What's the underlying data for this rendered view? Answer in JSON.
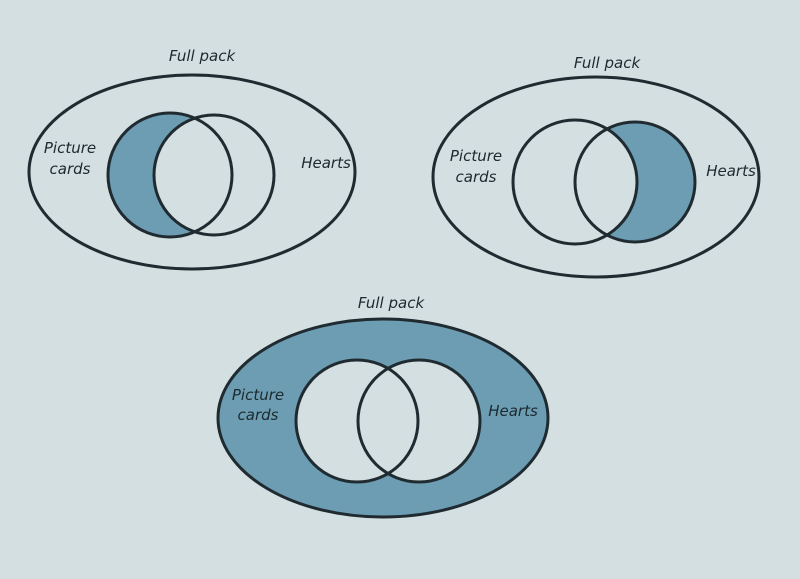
{
  "colors": {
    "background": "#d3dfe0",
    "shade": "#6d9db3",
    "outline": "#1f2b31",
    "text": "#1c2a30"
  },
  "diagrams": [
    {
      "universe_label": "Full pack",
      "set_a_label_line1": "Picture",
      "set_a_label_line2": "cards",
      "set_b_label": "Hearts",
      "shaded_region": "picture-cards-only"
    },
    {
      "universe_label": "Full pack",
      "set_a_label_line1": "Picture",
      "set_a_label_line2": "cards",
      "set_b_label": "Hearts",
      "shaded_region": "hearts-only"
    },
    {
      "universe_label": "Full pack",
      "set_a_label_line1": "Picture",
      "set_a_label_line2": "cards",
      "set_b_label": "Hearts",
      "shaded_region": "neither"
    }
  ]
}
